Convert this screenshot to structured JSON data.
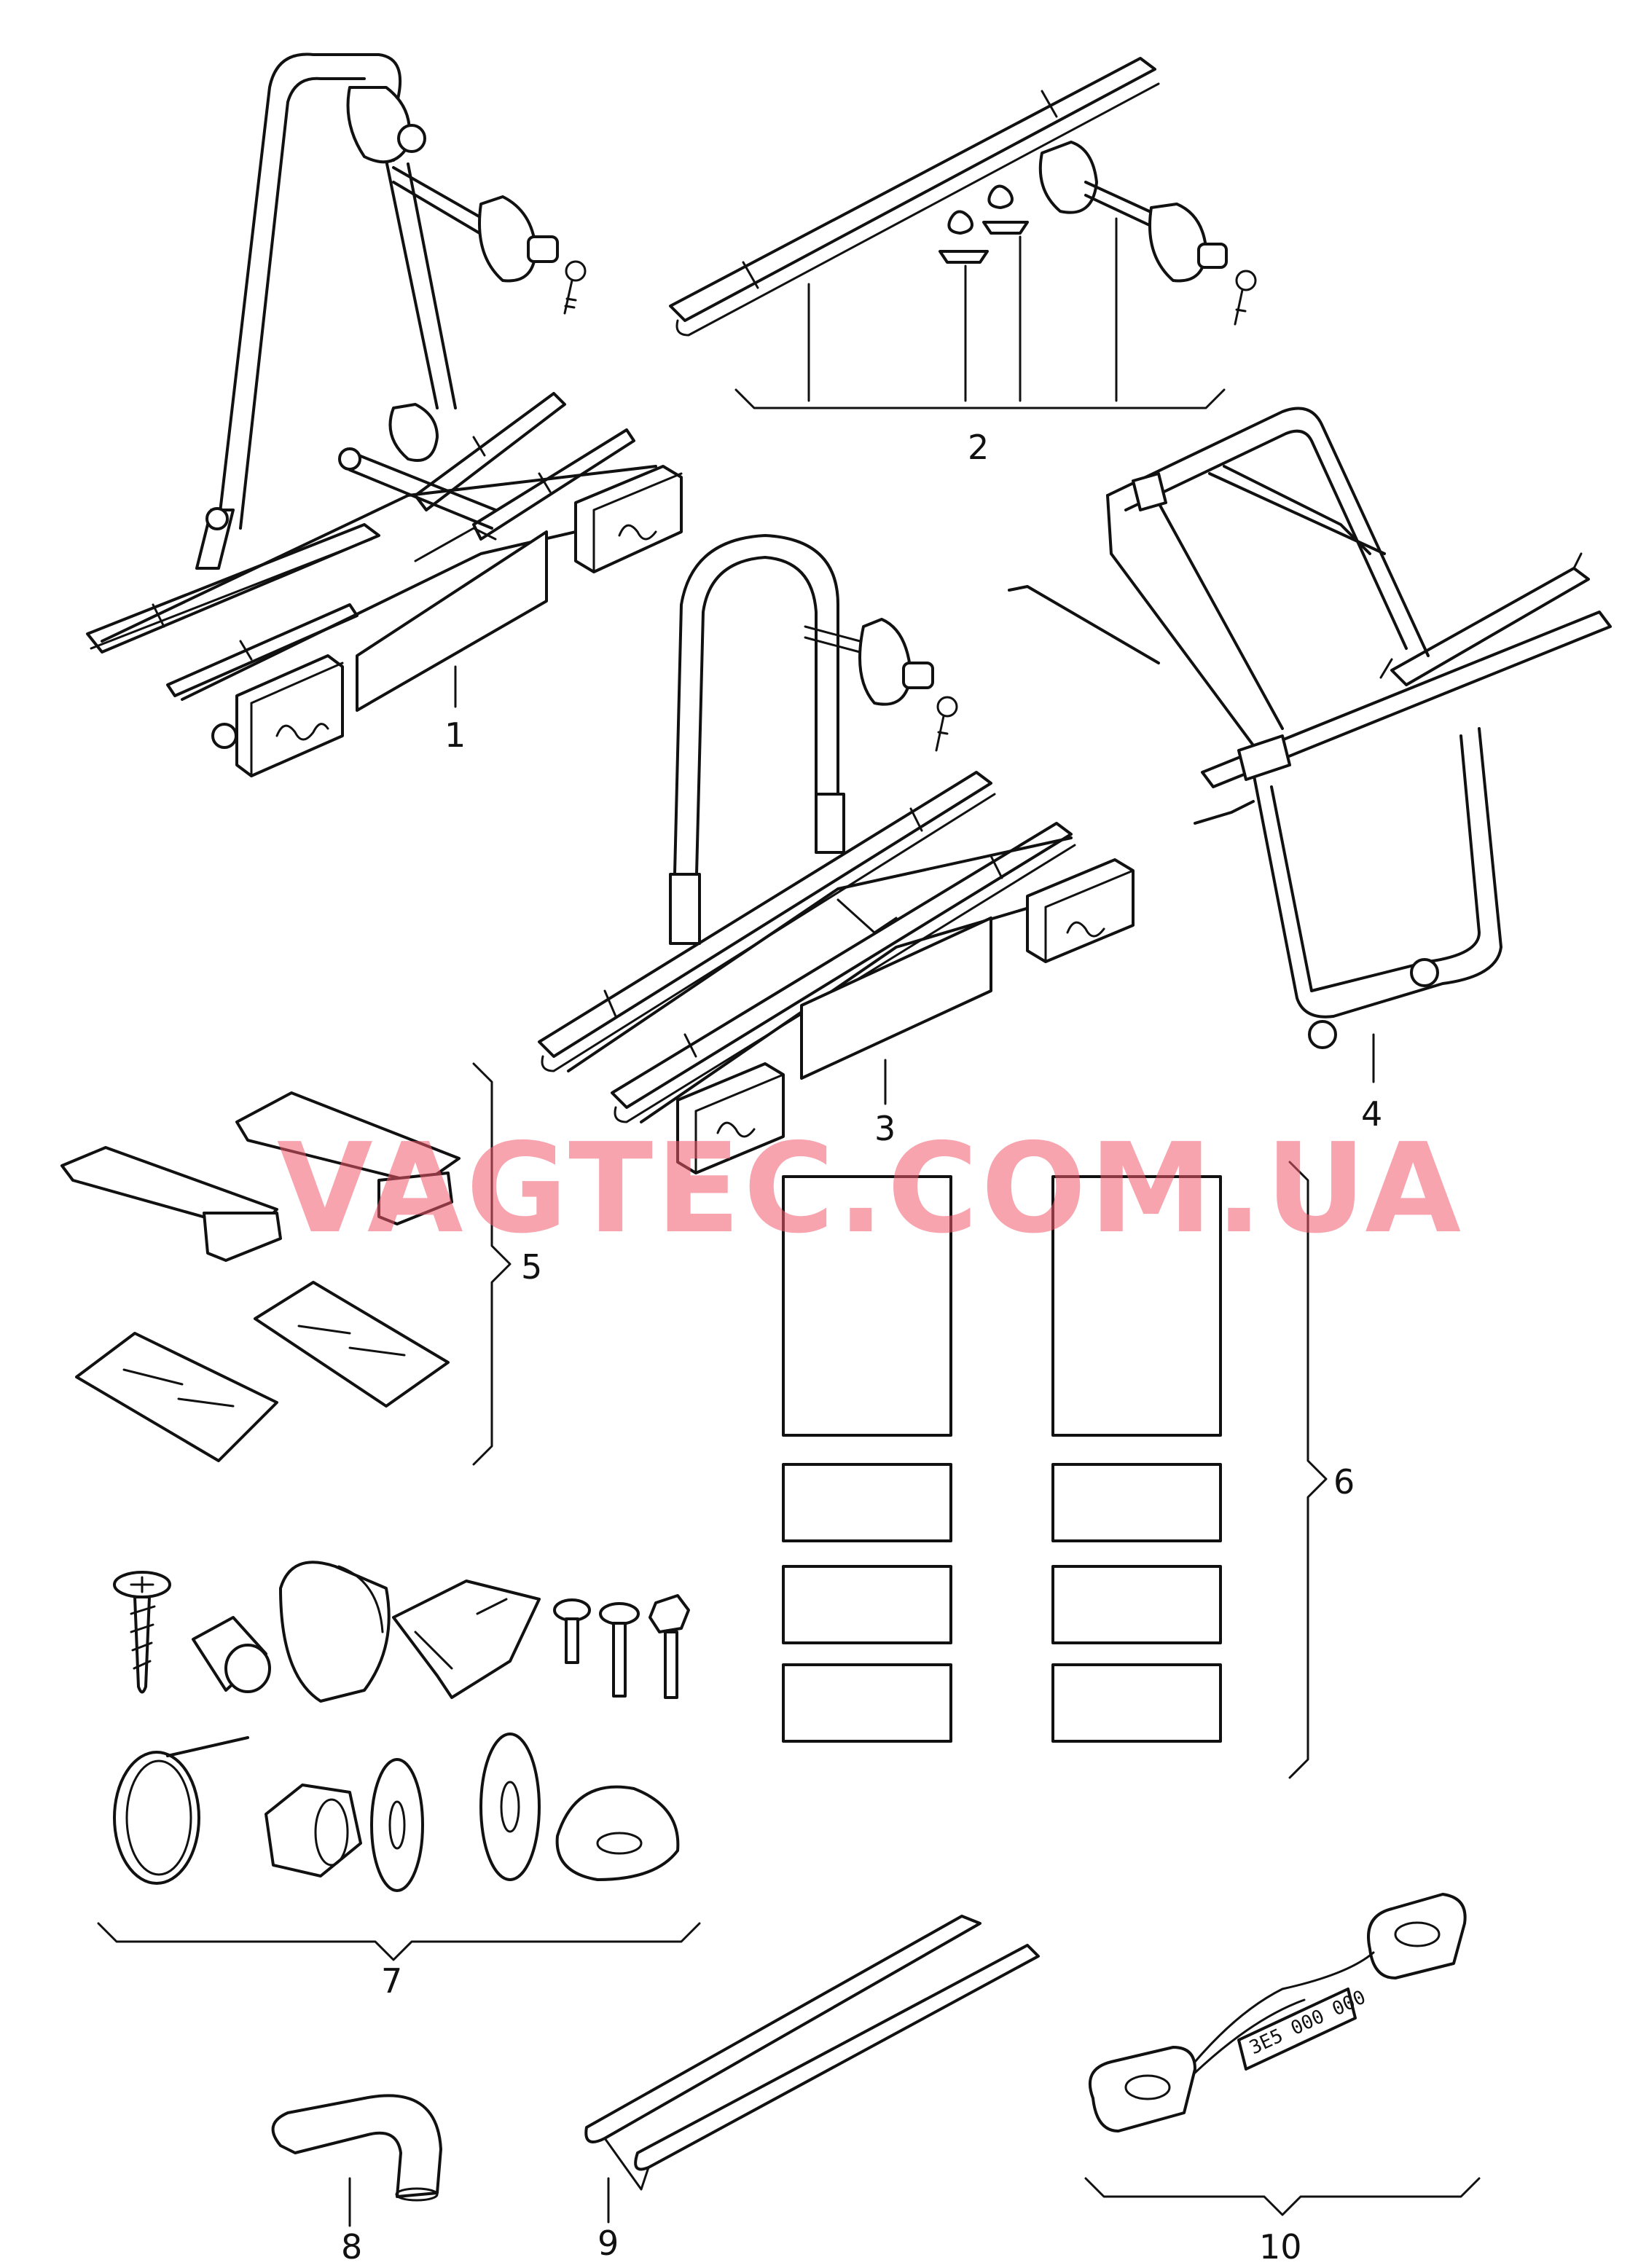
{
  "diagram": {
    "watermark": "VAGTEC.COM.UA",
    "callouts": [
      "1",
      "2",
      "3",
      "4",
      "5",
      "6",
      "7",
      "8",
      "9",
      "10"
    ],
    "key_tag_text": "3E5 000 000"
  }
}
